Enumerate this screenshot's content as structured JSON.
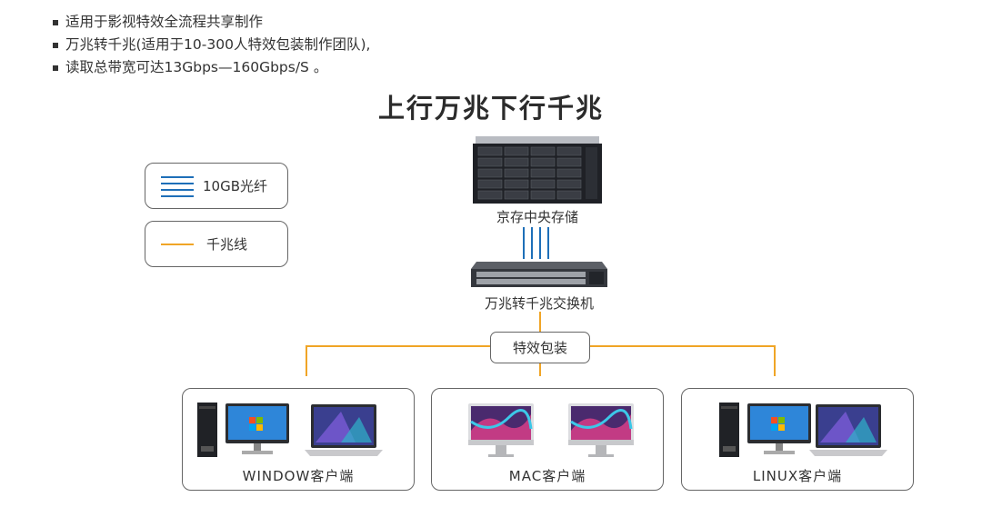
{
  "bullets": [
    "适用于影视特效全流程共享制作",
    "万兆转千兆(适用于10-300人特效包装制作团队),",
    "读取总带宽可达13Gbps—160Gbps/S 。"
  ],
  "title": "上行万兆下行千兆",
  "legend": {
    "fiber_label": "10GB光纤",
    "gigabit_label": "千兆线",
    "fiber_color": "#1e6fb8",
    "gigabit_color": "#f0a526"
  },
  "storage": {
    "label": "京存中央存储",
    "icon": "storage-server-icon"
  },
  "switch": {
    "label": "万兆转千兆交换机",
    "icon": "network-switch-icon"
  },
  "packaging": {
    "label": "特效包装"
  },
  "clients": [
    {
      "label": "WINDOW客户端",
      "devices": [
        "desktop-tower-icon",
        "monitor-icon",
        "laptop-icon"
      ]
    },
    {
      "label": "MAC客户端",
      "devices": [
        "imac-icon",
        "imac-icon"
      ]
    },
    {
      "label": "LINUX客户端",
      "devices": [
        "desktop-tower-icon",
        "monitor-icon",
        "laptop-icon"
      ]
    }
  ]
}
